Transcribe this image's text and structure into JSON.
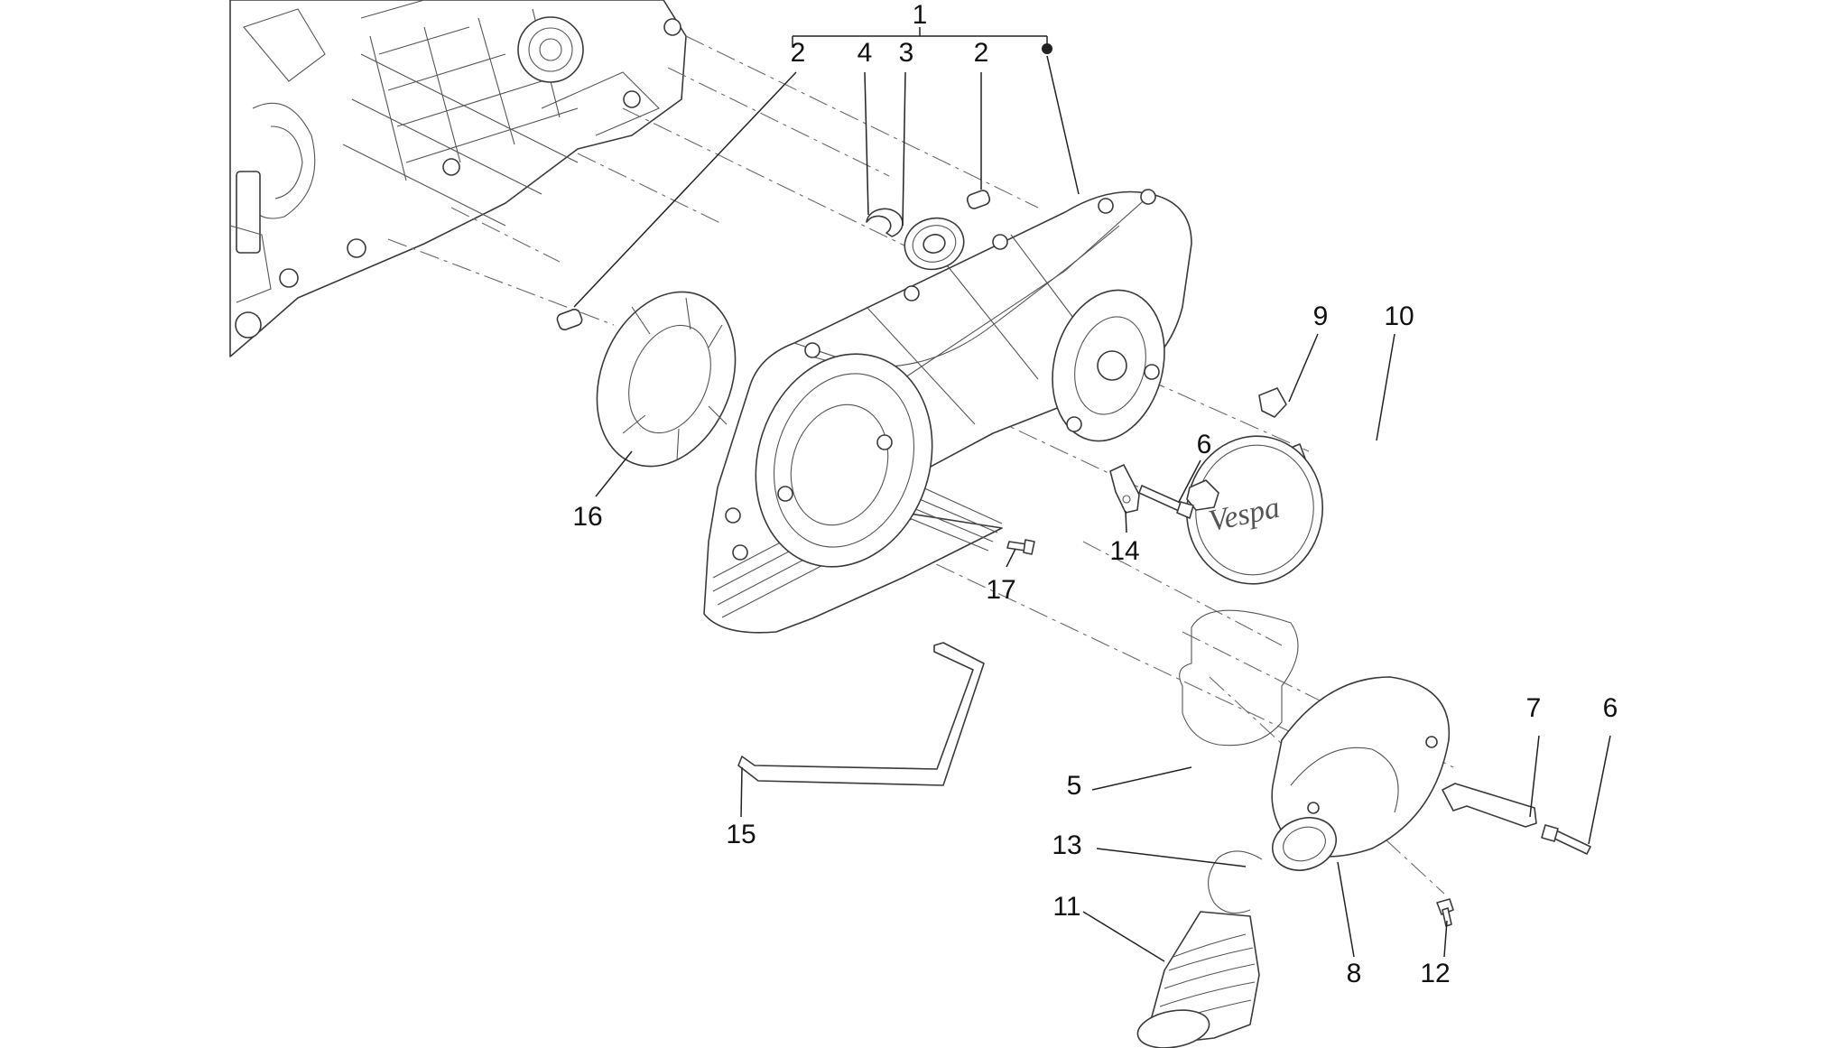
{
  "diagram": {
    "callouts": [
      {
        "id": "c1",
        "label": "1"
      },
      {
        "id": "c2a",
        "label": "2"
      },
      {
        "id": "c4",
        "label": "4"
      },
      {
        "id": "c3",
        "label": "3"
      },
      {
        "id": "c2b",
        "label": "2"
      },
      {
        "id": "c9",
        "label": "9"
      },
      {
        "id": "c10",
        "label": "10"
      },
      {
        "id": "c6a",
        "label": "6"
      },
      {
        "id": "c16",
        "label": "16"
      },
      {
        "id": "c14",
        "label": "14"
      },
      {
        "id": "c17",
        "label": "17"
      },
      {
        "id": "c7",
        "label": "7"
      },
      {
        "id": "c6b",
        "label": "6"
      },
      {
        "id": "c5",
        "label": "5"
      },
      {
        "id": "c15",
        "label": "15"
      },
      {
        "id": "c13",
        "label": "13"
      },
      {
        "id": "c11",
        "label": "11"
      },
      {
        "id": "c8",
        "label": "8"
      },
      {
        "id": "c12",
        "label": "12"
      }
    ],
    "logo_text": "Vespa"
  }
}
